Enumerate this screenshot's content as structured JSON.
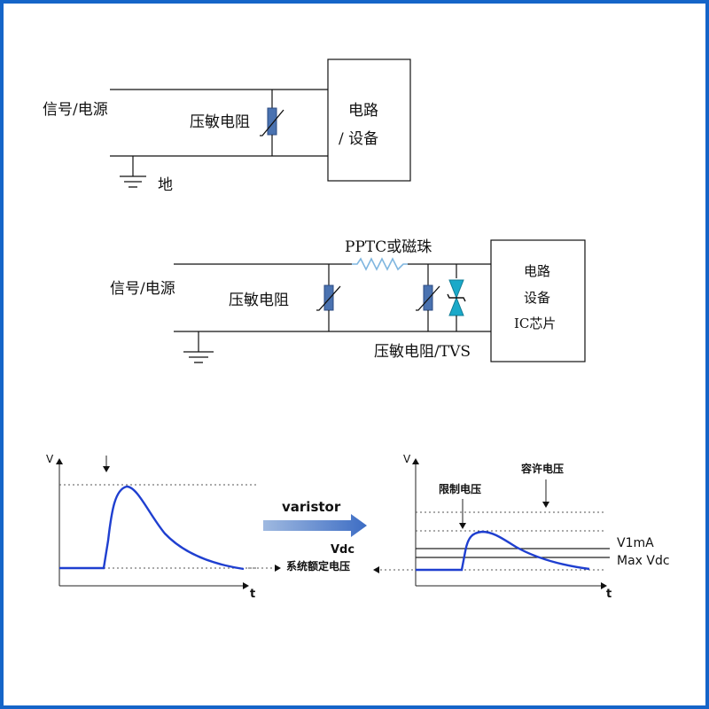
{
  "colors": {
    "border": "#1565c8",
    "component": "#4a72b0",
    "curve": "#1f3fd0",
    "ptc": "#7fb6e0",
    "tvs": "#1aa9c9",
    "arrow_start": "#9fb9e0",
    "arrow_end": "#3d6dc4"
  },
  "circuit1": {
    "input_label": "信号/电源",
    "component_label": "压敏电阻",
    "ground_label": "地",
    "device_line1": "电路",
    "device_line2": "/ 设备"
  },
  "circuit2": {
    "input_label": "信号/电源",
    "series_label": "PPTC或磁珠",
    "component_label": "压敏电阻",
    "bottom_label": "压敏电阻/TVS",
    "device_line1": "电路",
    "device_line2": "设备",
    "device_line3": "IC芯片"
  },
  "waveform_left": {
    "axis_v": "V",
    "axis_t": "t"
  },
  "transform_arrow": {
    "label": "varistor"
  },
  "waveform_right": {
    "axis_v": "V",
    "axis_t": "t",
    "limit_label": "限制电压",
    "tolerance_label": "容许电压",
    "v1ma_label": "V1mA",
    "maxvdc_label": "Max Vdc"
  },
  "rated_voltage": {
    "vdc_label": "Vdc",
    "description": "系统额定电压"
  }
}
